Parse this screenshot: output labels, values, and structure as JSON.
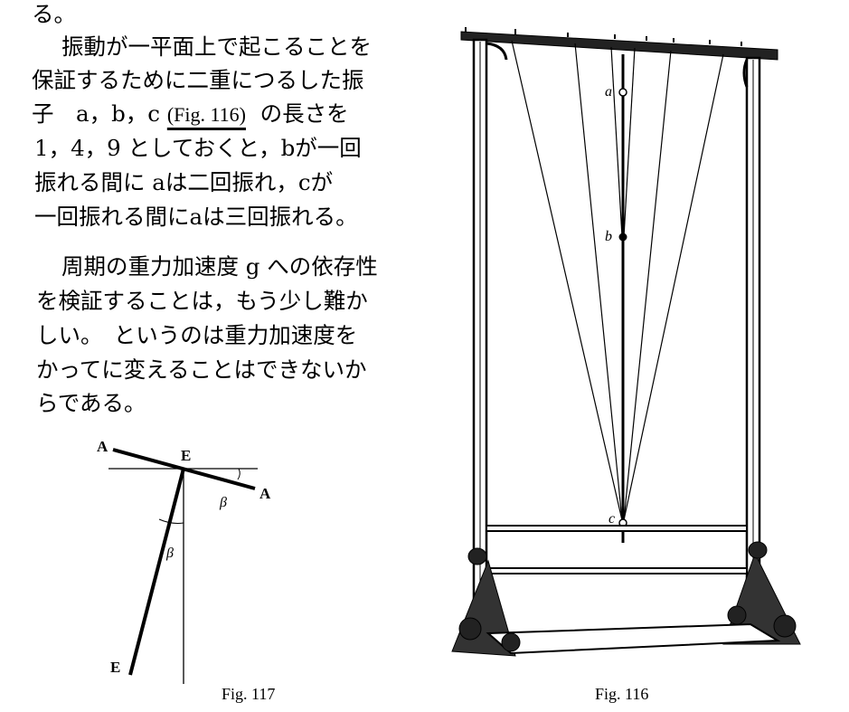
{
  "text": {
    "lines": [
      "る。",
      "振動が一平面上で起こることを",
      "保証するために二重につるした振",
      "子　a，b，c ",
      "の長さを",
      "1，4，9 としておくと，bが一回",
      "振れる間に aは二回振れ，cが",
      "一回振れる間にaは三回振れる。",
      "周期の重力加速度 g への依存性",
      "を検証することは，もう少し難か",
      "しい。　というのは重力加速度を",
      "かってに変えることはできないか",
      "らである。"
    ],
    "fig_ref": "(Fig. 116)"
  },
  "fig117": {
    "caption": "Fig. 117",
    "labels": {
      "a_left": "A",
      "a_right": "A",
      "e_top": "E",
      "e_bottom": "E",
      "beta_top": "β",
      "beta_mid": "β"
    }
  },
  "fig116": {
    "caption": "Fig. 116",
    "labels": {
      "a": "a",
      "b": "b",
      "c": "c"
    }
  }
}
